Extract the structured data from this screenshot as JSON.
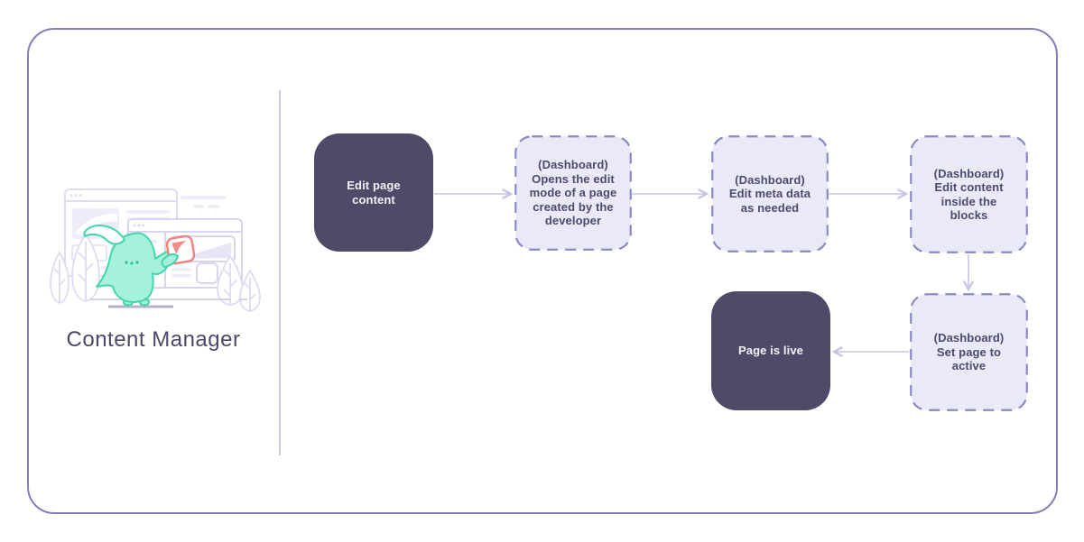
{
  "panel": {
    "title": "Content Manager"
  },
  "illustration": {
    "name": "content-manager-mascot",
    "elements": [
      "browser-window",
      "browser-window",
      "plant-leaves",
      "mascot",
      "content-card"
    ],
    "mascot_color": "#a5f1dc",
    "mascot_outline": "#43d6ad",
    "card_accent": "#f57e7e",
    "window_outline": "#dedcf2"
  },
  "flowchart": {
    "nodes": [
      {
        "id": "edit-page-content",
        "type": "solid",
        "label": "Edit page\ncontent"
      },
      {
        "id": "open-edit-mode",
        "type": "dashed",
        "label": "(Dashboard)\nOpens the edit\nmode of a page\ncreated by the\ndeveloper"
      },
      {
        "id": "edit-meta-data",
        "type": "dashed",
        "label": "(Dashboard)\nEdit meta data\nas needed"
      },
      {
        "id": "edit-content",
        "type": "dashed",
        "label": "(Dashboard)\nEdit content\ninside the\nblocks"
      },
      {
        "id": "set-page-active",
        "type": "dashed",
        "label": "(Dashboard)\nSet page to\nactive"
      },
      {
        "id": "page-is-live",
        "type": "solid",
        "label": "Page is live"
      }
    ],
    "edges": [
      {
        "from": "edit-page-content",
        "to": "open-edit-mode"
      },
      {
        "from": "open-edit-mode",
        "to": "edit-meta-data"
      },
      {
        "from": "edit-meta-data",
        "to": "edit-content"
      },
      {
        "from": "edit-content",
        "to": "set-page-active"
      },
      {
        "from": "set-page-active",
        "to": "page-is-live"
      }
    ]
  },
  "colors": {
    "outer_border": "#8280b5",
    "divider": "#c9c8e8",
    "node_solid_bg": "#4d4b68",
    "node_solid_text": "#f2f1f8",
    "node_dashed_bg": "#eae9f7",
    "node_dashed_border": "#8b89c4",
    "node_dashed_text": "#4c4a6d",
    "arrow": "#c6c4e6",
    "title_text": "#4b4969"
  }
}
